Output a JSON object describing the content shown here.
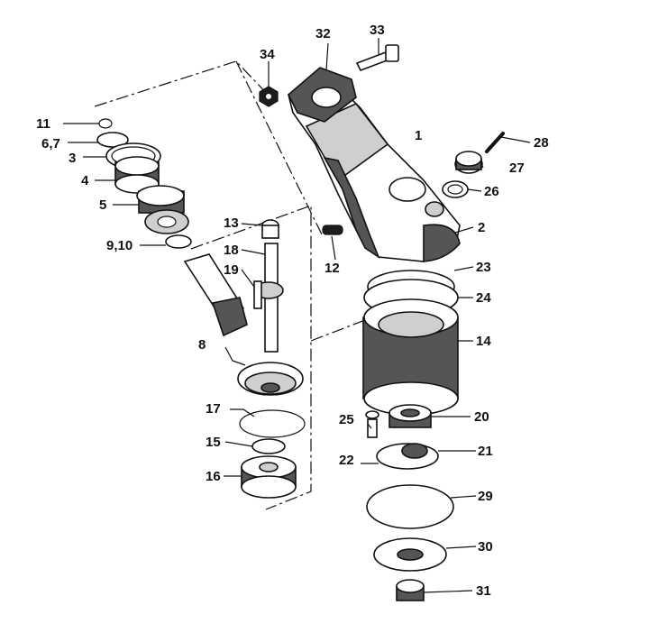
{
  "diagram": {
    "labels": {
      "p1": "1",
      "p2": "2",
      "p3": "3",
      "p4": "4",
      "p5": "5",
      "p67": "6,7",
      "p8": "8",
      "p910": "9,10",
      "p11": "11",
      "p12": "12",
      "p13": "13",
      "p14": "14",
      "p15": "15",
      "p16": "16",
      "p17": "17",
      "p18": "18",
      "p19": "19",
      "p20": "20",
      "p21": "21",
      "p22": "22",
      "p23": "23",
      "p24": "24",
      "p25": "25",
      "p26": "26",
      "p27": "27",
      "p28": "28",
      "p29": "29",
      "p30": "30",
      "p31": "31",
      "p32": "32",
      "p33": "33",
      "p34": "34"
    }
  }
}
